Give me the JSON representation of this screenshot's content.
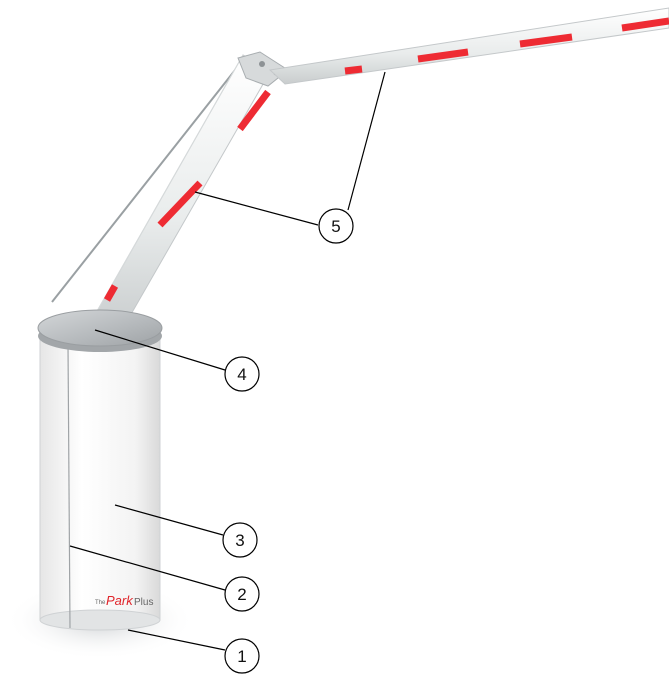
{
  "brand_logo": {
    "prefix": "The",
    "word1": "Park",
    "word2": "Plus",
    "color_accent": "#e0242a",
    "color_text": "#666666"
  },
  "colors": {
    "boom_white": "#eef0f0",
    "reflector_red": "#ee2b33",
    "cabinet": "#f4f4f4",
    "cap": "#b8bcbf"
  },
  "callouts": [
    {
      "id": "1",
      "label": "1"
    },
    {
      "id": "2",
      "label": "2"
    },
    {
      "id": "3",
      "label": "3"
    },
    {
      "id": "4",
      "label": "4"
    },
    {
      "id": "5",
      "label": "5"
    }
  ]
}
